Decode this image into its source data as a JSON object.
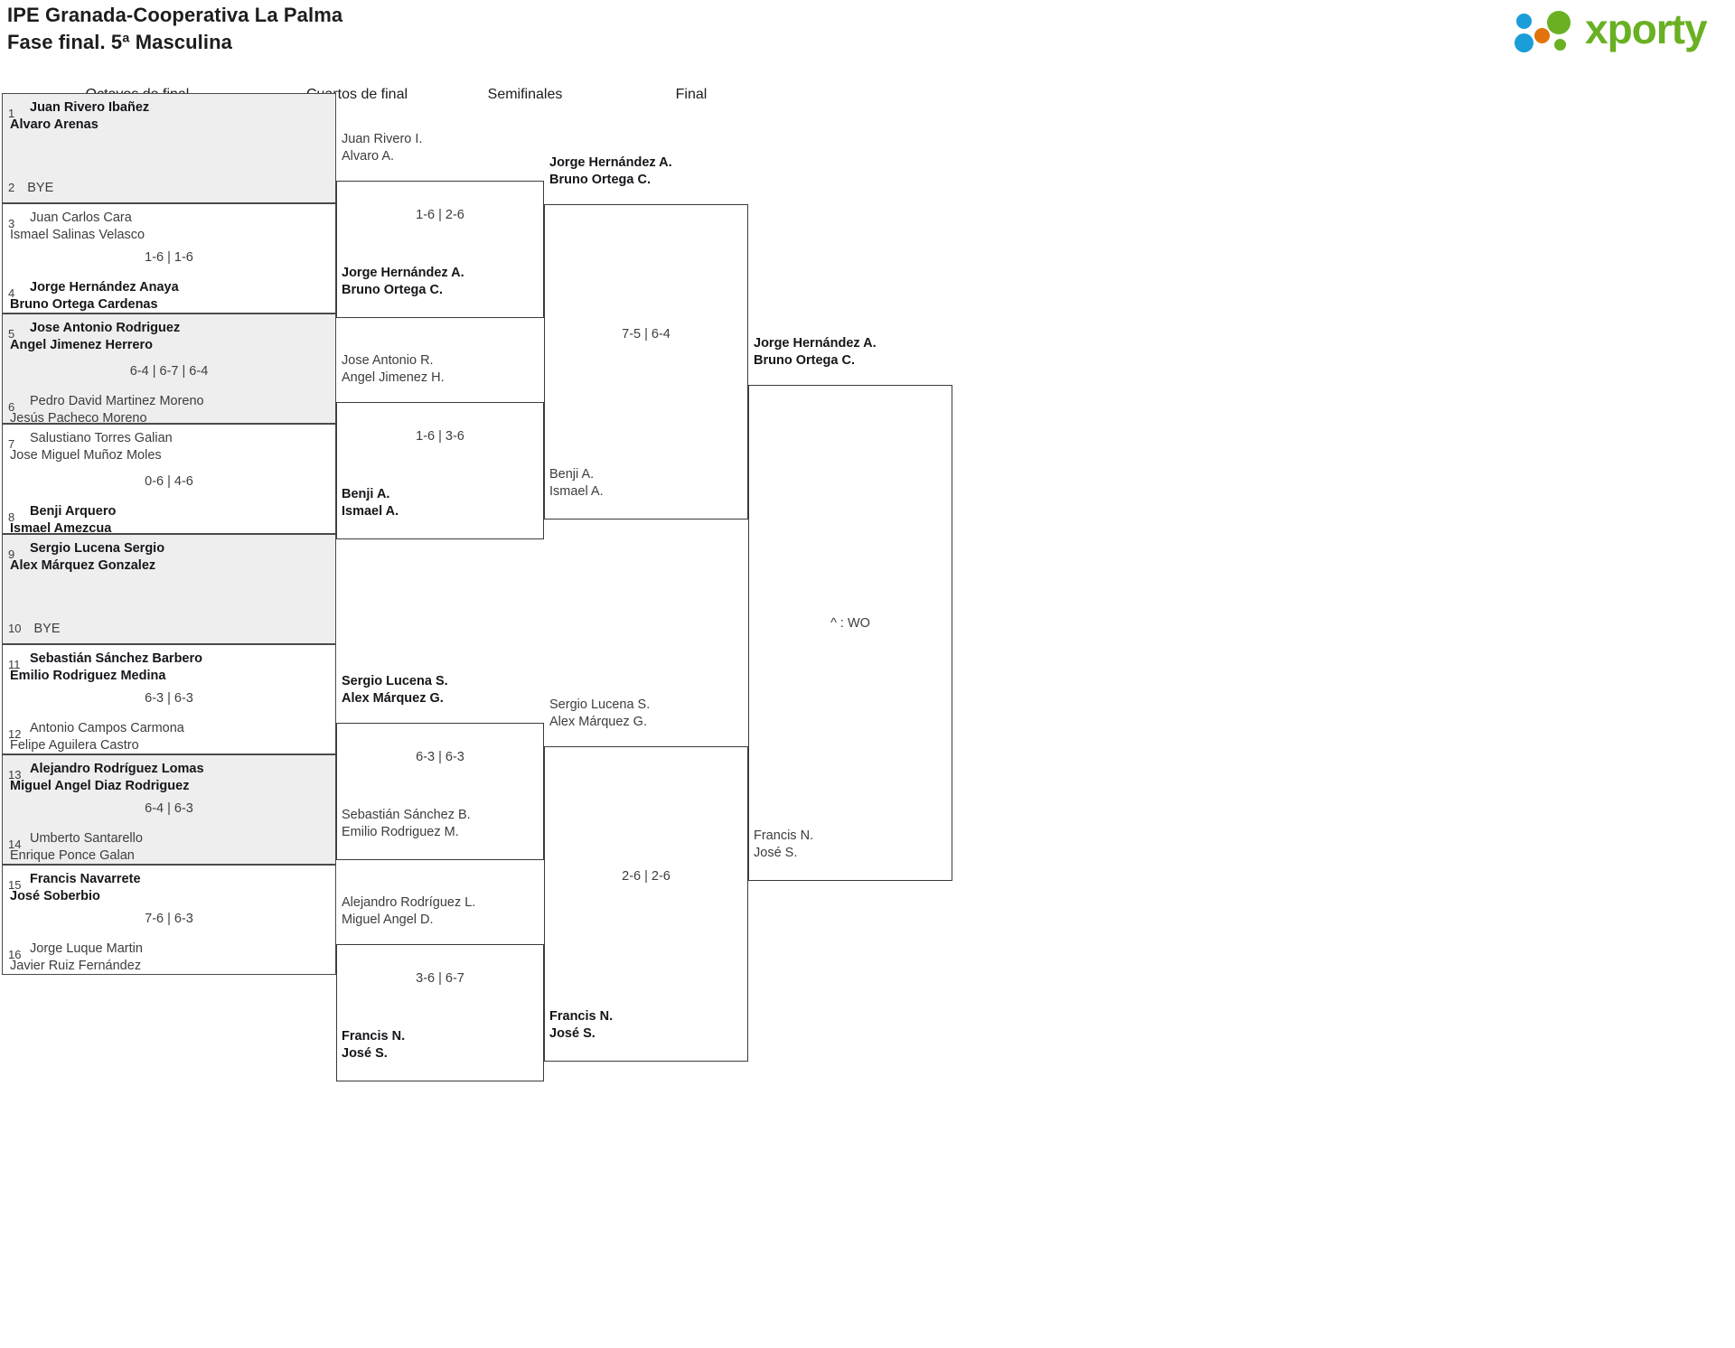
{
  "header": {
    "title_line1": "IPE Granada-Cooperativa La Palma",
    "title_line2": "Fase final. 5ª Masculina",
    "logo_word": "xporty",
    "logo_colors": {
      "green": "#6ab023",
      "blue": "#1b9dd9",
      "orange": "#e3740b"
    }
  },
  "rounds": [
    {
      "label": "Octavos de final"
    },
    {
      "label": "Cuartos de final"
    },
    {
      "label": "Semifinales"
    },
    {
      "label": "Final"
    }
  ],
  "round1": {
    "matches": [
      {
        "score": "",
        "shaded": true,
        "top": {
          "seed": "1",
          "name1": "Juan Rivero Ibañez",
          "name2": "Alvaro Arenas",
          "winner": true
        },
        "bottom": {
          "seed": "2",
          "bye": "BYE",
          "winner": false
        }
      },
      {
        "score": "1-6 | 1-6",
        "shaded": false,
        "top": {
          "seed": "3",
          "name1": "Juan Carlos Cara",
          "name2": "Ismael Salinas Velasco",
          "winner": false
        },
        "bottom": {
          "seed": "4",
          "name1": "Jorge Hernández Anaya",
          "name2": "Bruno Ortega Cardenas",
          "winner": true
        }
      },
      {
        "score": "6-4 | 6-7 | 6-4",
        "shaded": true,
        "top": {
          "seed": "5",
          "name1": "Jose Antonio Rodriguez",
          "name2": "Angel Jimenez Herrero",
          "winner": true
        },
        "bottom": {
          "seed": "6",
          "name1": "Pedro David Martinez Moreno",
          "name2": "Jesús Pacheco Moreno",
          "winner": false
        }
      },
      {
        "score": "0-6 | 4-6",
        "shaded": false,
        "top": {
          "seed": "7",
          "name1": "Salustiano Torres Galian",
          "name2": "Jose Miguel Muñoz Moles",
          "winner": false
        },
        "bottom": {
          "seed": "8",
          "name1": "Benji Arquero",
          "name2": "Ismael Amezcua",
          "winner": true
        }
      },
      {
        "score": "",
        "shaded": true,
        "top": {
          "seed": "9",
          "name1": "Sergio Lucena Sergio",
          "name2": "Alex Márquez Gonzalez",
          "winner": true
        },
        "bottom": {
          "seed": "10",
          "bye": "BYE",
          "winner": false
        }
      },
      {
        "score": "6-3 | 6-3",
        "shaded": false,
        "top": {
          "seed": "11",
          "name1": "Sebastián Sánchez Barbero",
          "name2": "Emilio Rodriguez Medina",
          "winner": true
        },
        "bottom": {
          "seed": "12",
          "name1": "Antonio Campos Carmona",
          "name2": "Felipe Aguilera Castro",
          "winner": false
        }
      },
      {
        "score": "6-4 | 6-3",
        "shaded": true,
        "top": {
          "seed": "13",
          "name1": "Alejandro Rodríguez Lomas",
          "name2": "Miguel Angel Diaz Rodriguez",
          "winner": true
        },
        "bottom": {
          "seed": "14",
          "name1": "Umberto Santarello",
          "name2": "Enrique Ponce Galan",
          "winner": false
        }
      },
      {
        "score": "7-6 | 6-3",
        "shaded": false,
        "top": {
          "seed": "15",
          "name1": "Francis Navarrete",
          "name2": "José Soberbio",
          "winner": true
        },
        "bottom": {
          "seed": "16",
          "name1": "Jorge Luque Martin",
          "name2": "Javier Ruiz Fernández",
          "winner": false
        }
      }
    ]
  },
  "round2": {
    "matches": [
      {
        "score": "1-6 | 2-6",
        "top": {
          "name1": "Juan Rivero I.",
          "name2": "Alvaro A.",
          "winner": false
        },
        "bottom": {
          "name1": "Jorge Hernández A.",
          "name2": "Bruno Ortega C.",
          "winner": true
        }
      },
      {
        "score": "1-6 | 3-6",
        "top": {
          "name1": "Jose Antonio R.",
          "name2": "Angel Jimenez H.",
          "winner": false
        },
        "bottom": {
          "name1": "Benji A.",
          "name2": "Ismael A.",
          "winner": true
        }
      },
      {
        "score": "6-3 | 6-3",
        "top": {
          "name1": "Sergio Lucena S.",
          "name2": "Alex Márquez G.",
          "winner": true
        },
        "bottom": {
          "name1": "Sebastián Sánchez B.",
          "name2": "Emilio Rodriguez M.",
          "winner": false
        }
      },
      {
        "score": "3-6 | 6-7",
        "top": {
          "name1": "Alejandro Rodríguez L.",
          "name2": "Miguel Angel D.",
          "winner": false
        },
        "bottom": {
          "name1": "Francis N.",
          "name2": "José S.",
          "winner": true
        }
      }
    ]
  },
  "round3": {
    "matches": [
      {
        "score": "7-5 | 6-4",
        "top": {
          "name1": "Jorge Hernández A.",
          "name2": "Bruno Ortega C.",
          "winner": true
        },
        "bottom": {
          "name1": "Benji A.",
          "name2": "Ismael A.",
          "winner": false
        }
      },
      {
        "score": "2-6 | 2-6",
        "top": {
          "name1": "Sergio Lucena S.",
          "name2": "Alex Márquez G.",
          "winner": false
        },
        "bottom": {
          "name1": "Francis N.",
          "name2": "José S.",
          "winner": true
        }
      }
    ]
  },
  "round4": {
    "matches": [
      {
        "score": "^ : WO",
        "top": {
          "name1": "Jorge Hernández A.",
          "name2": "Bruno Ortega C.",
          "winner": true
        },
        "bottom": {
          "name1": "Francis N.",
          "name2": "José S.",
          "winner": false
        }
      }
    ]
  }
}
